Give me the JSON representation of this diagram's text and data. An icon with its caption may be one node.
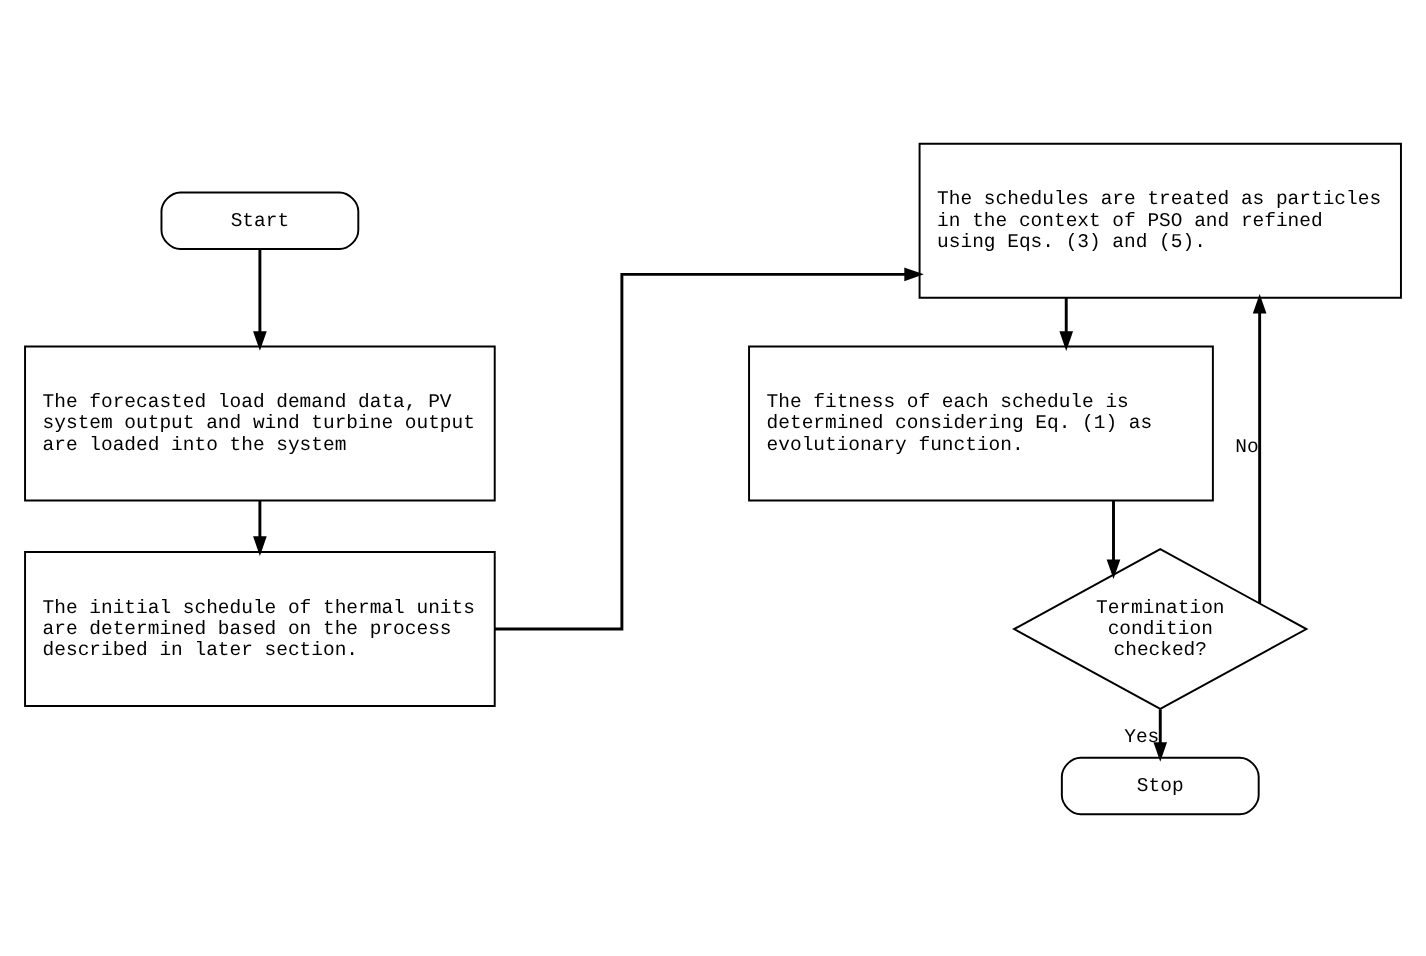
{
  "diagram": {
    "nodes": [
      {
        "text": [
          "Start"
        ]
      },
      {
        "text": [
          "The forecasted load demand data, PV system output and wind turbine output are loaded into the system"
        ]
      },
      {
        "text": [
          "The initial schedule of thermal units are determined based on the process described in later section."
        ]
      },
      {
        "text": [
          "The schedules are treated as particles in the context of PSO and refined using Eqs. (3) and (5)."
        ]
      },
      {
        "text": [
          "The fitness of each schedule is determined considering Eq. (1) as evolutionary function."
        ]
      },
      {
        "text": [
          "Termination condition checked?"
        ]
      },
      {
        "text": [
          "Stop"
        ]
      }
    ],
    "edges": [
      {
        "from": 0,
        "to": 1,
        "arrow": "to"
      },
      {
        "from": 1,
        "to": 2,
        "arrow": "to"
      },
      {
        "from": 2,
        "to": 3,
        "arrow": "to"
      },
      {
        "from": 3,
        "to": 4,
        "arrow": "to"
      },
      {
        "from": 4,
        "to": 5,
        "arrow": "to"
      },
      {
        "from": 5,
        "to": 3,
        "arrow": "to",
        "label": "No"
      },
      {
        "from": 5,
        "to": 6,
        "arrow": "to",
        "label": "Yes"
      }
    ]
  }
}
